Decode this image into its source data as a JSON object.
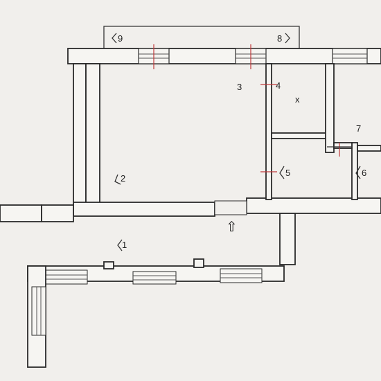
{
  "floor_plan": {
    "rooms": [
      {
        "id": "1",
        "label": "1"
      },
      {
        "id": "2",
        "label": "2"
      },
      {
        "id": "3",
        "label": "3"
      },
      {
        "id": "4",
        "label": "4"
      },
      {
        "id": "5",
        "label": "5"
      },
      {
        "id": "6",
        "label": "6"
      },
      {
        "id": "7",
        "label": "7"
      },
      {
        "id": "8",
        "label": "8"
      },
      {
        "id": "9",
        "label": "9"
      }
    ],
    "mark_x": "x",
    "entrance_arrow": "⇧"
  }
}
